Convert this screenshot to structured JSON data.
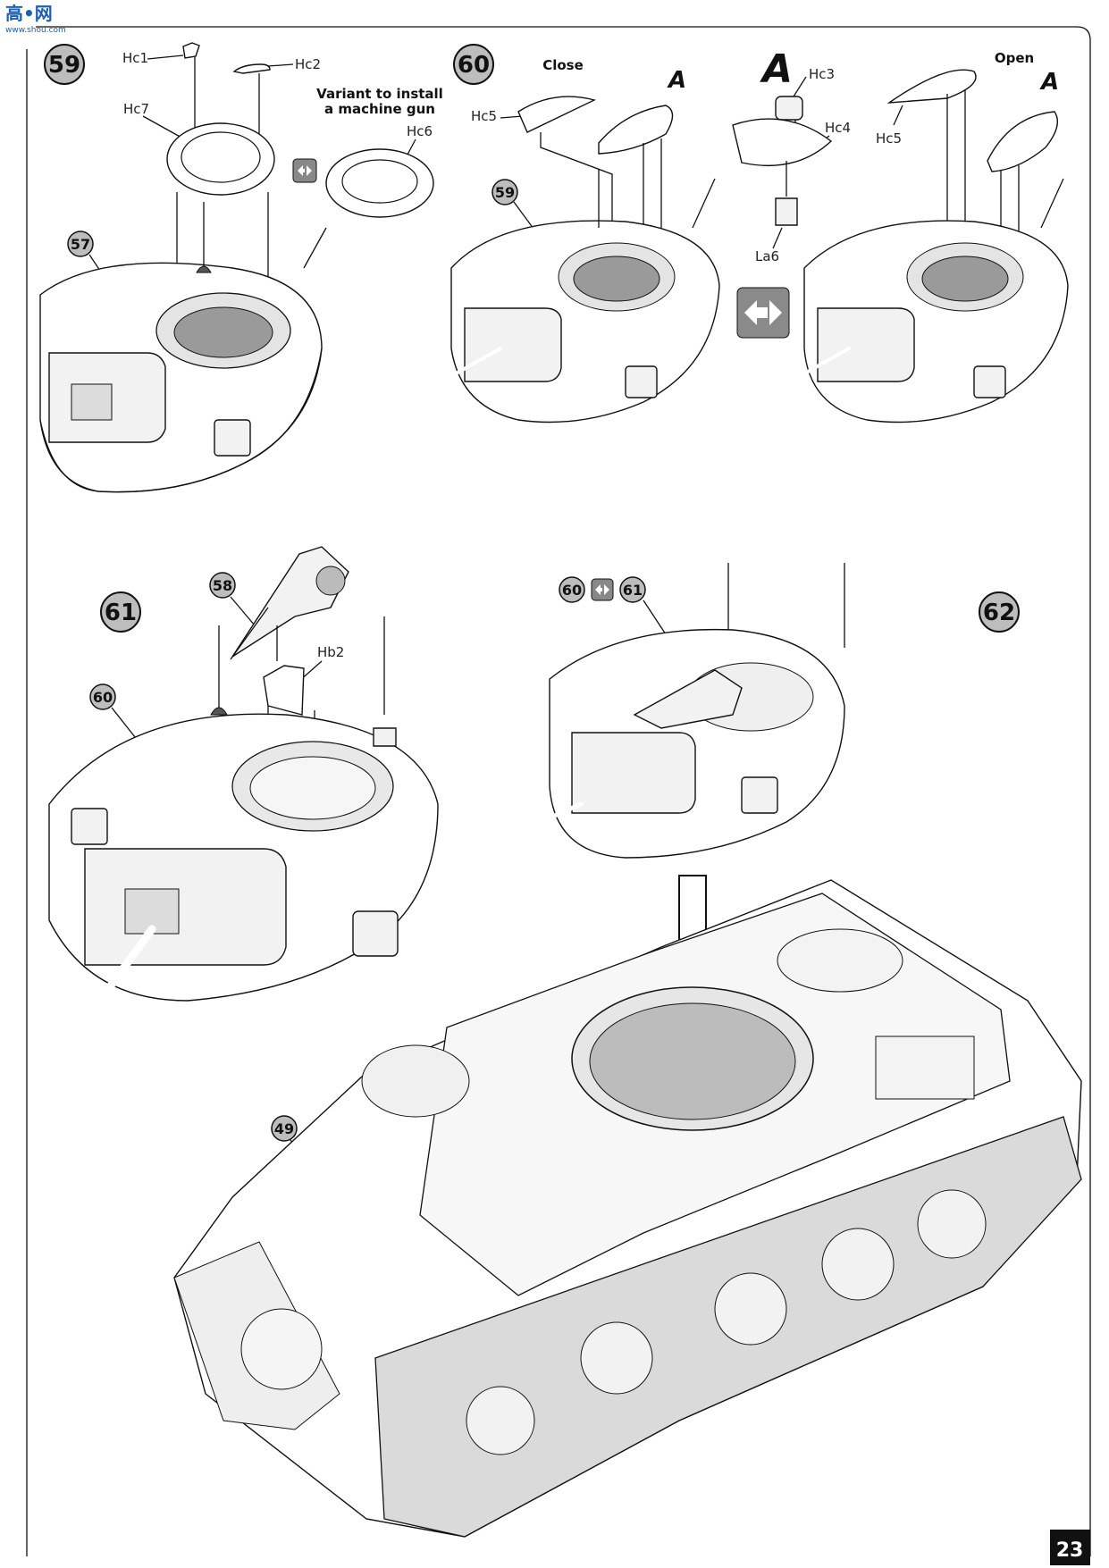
{
  "watermark": {
    "text": "高•网",
    "sub": "www.shou.com"
  },
  "page_number": "23",
  "steps": {
    "s59": {
      "number": "59",
      "ref_turret": "57",
      "labels": {
        "hc1": "Hc1",
        "hc2": "Hc2",
        "hc7": "Hc7",
        "hc6": "Hc6"
      },
      "variant_line1": "Variant to install",
      "variant_line2": "a machine gun"
    },
    "s60": {
      "number": "60",
      "ref_turret": "59",
      "close": "Close",
      "open": "Open",
      "detail_mark": "A",
      "labels": {
        "hc5": "Hc5",
        "hc3": "Hc3",
        "hc4": "Hc4",
        "la6": "La6"
      }
    },
    "s61": {
      "number": "61",
      "ref_turret": "60",
      "ref_gun": "58",
      "labels": {
        "hb2": "Hb2"
      }
    },
    "s62": {
      "number": "62",
      "ref_a": "60",
      "ref_b": "61",
      "ref_hull": "49"
    }
  },
  "icons": [
    "swap-icon-small",
    "swap-icon-large",
    "swap-icon-inline"
  ]
}
